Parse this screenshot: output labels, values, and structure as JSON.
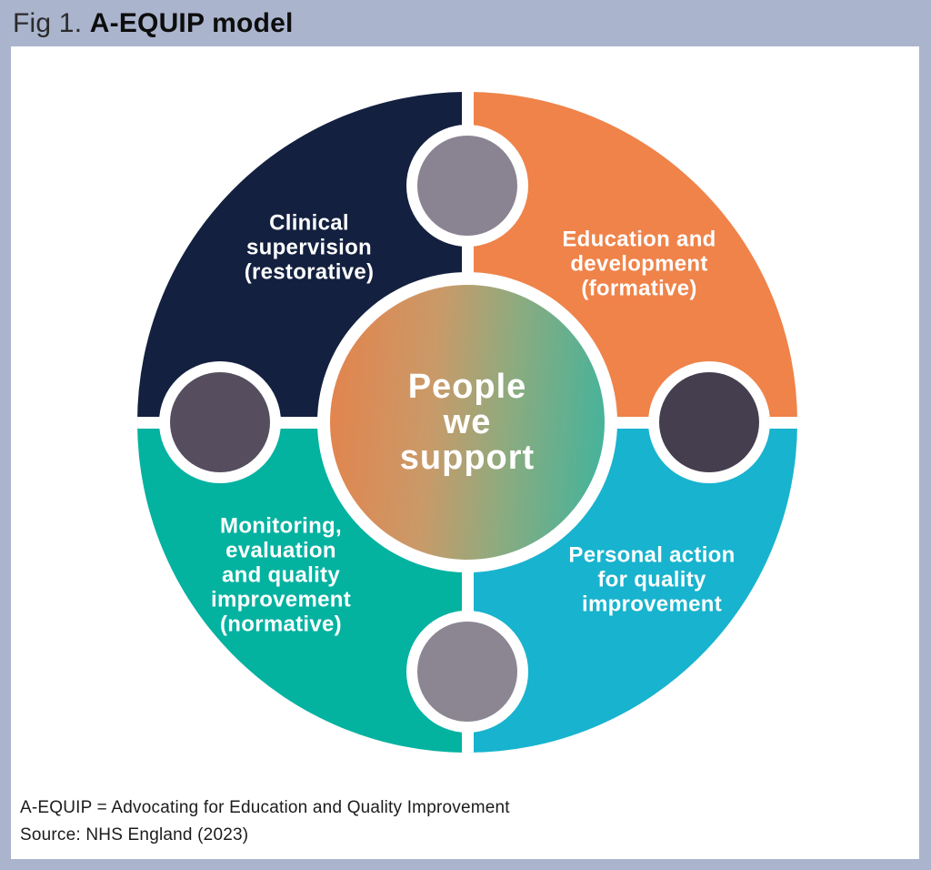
{
  "title": {
    "prefix": "Fig 1. ",
    "bold": "A-EQUIP model"
  },
  "quadrants": [
    {
      "id": "clinical-supervision",
      "color": "#13203f",
      "lines": [
        "Clinical",
        "supervision",
        "(restorative)"
      ]
    },
    {
      "id": "education-development",
      "color": "#ef8349",
      "lines": [
        "Education and",
        "development",
        "(formative)"
      ]
    },
    {
      "id": "monitoring-evaluation",
      "color": "#04b2a0",
      "lines": [
        "Monitoring,",
        "evaluation",
        "and quality",
        "improvement",
        "(normative)"
      ]
    },
    {
      "id": "personal-action",
      "color": "#18b3ce",
      "lines": [
        "Personal action",
        "for quality",
        "improvement"
      ]
    }
  ],
  "center": {
    "lines": [
      "People",
      "we",
      "support"
    ],
    "gradient_from": "#e5824b",
    "gradient_to": "#3eb49e"
  },
  "nodes": {
    "top": "#8a8492",
    "left": "#564e5e",
    "right": "#453e4e",
    "bottom": "#8b8692"
  },
  "footer": {
    "definition": "A-EQUIP = Advocating for Education and Quality Improvement",
    "source": "Source: NHS England (2023)"
  },
  "colors": {
    "page_background": "#aab4cd",
    "panel_background": "#ffffff",
    "label_text": "#ffffff"
  }
}
